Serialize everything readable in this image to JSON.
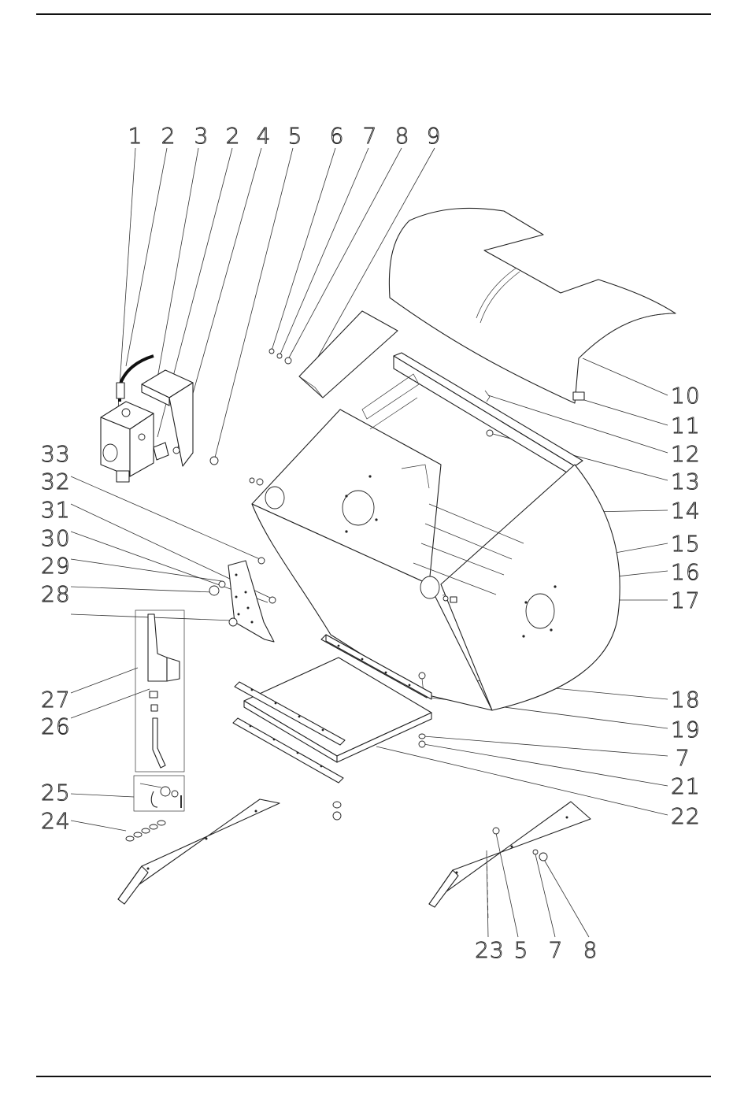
{
  "diagram": {
    "type": "exploded parts view",
    "callouts_top": [
      "1",
      "2",
      "3",
      "2",
      "4",
      "5",
      "6",
      "7",
      "8",
      "9"
    ],
    "callouts_right": [
      "10",
      "11",
      "12",
      "13",
      "14",
      "15",
      "16",
      "17",
      "18",
      "19",
      "7",
      "21",
      "22"
    ],
    "callouts_left": [
      "33",
      "32",
      "31",
      "30",
      "29",
      "28",
      "27",
      "26",
      "25",
      "24"
    ],
    "callouts_bottom": [
      "23",
      "5",
      "7",
      "8"
    ]
  }
}
